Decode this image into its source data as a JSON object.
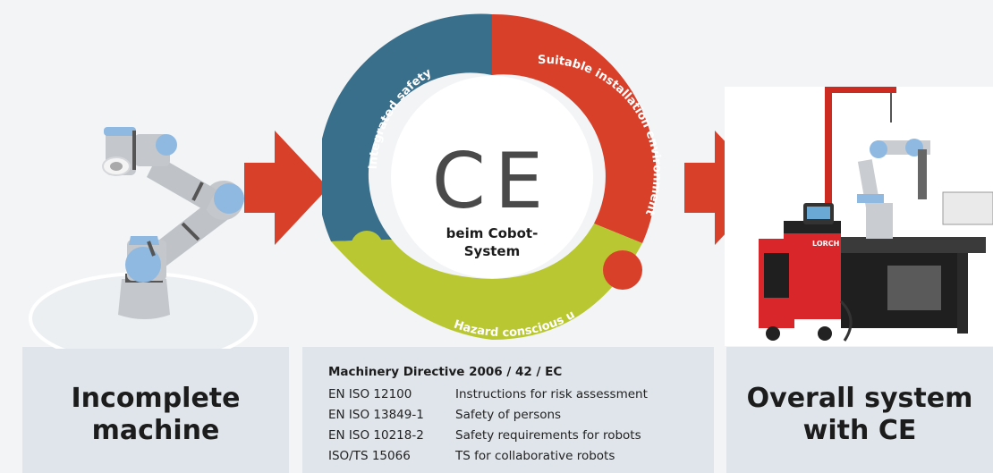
{
  "left_panel": {
    "title_line1": "Incomplete",
    "title_line2": "machine"
  },
  "right_panel": {
    "title_line1": "Overall system",
    "title_line2": "with CE"
  },
  "cycle": {
    "center_mark": "CE",
    "center_line1": "beim Cobot-",
    "center_line2": "System",
    "segments": [
      {
        "label": "Integrated safety",
        "color": "#3a6f8c"
      },
      {
        "label": "Suitable installation environment",
        "color": "#d9402a"
      },
      {
        "label": "Hazard conscious use",
        "color": "#b9c832"
      }
    ]
  },
  "standards": {
    "heading": "Machinery Directive 2006 / 42 / EC",
    "rows": [
      {
        "code": "EN ISO 12100",
        "desc": "Instructions for risk assessment"
      },
      {
        "code": "EN ISO 13849-1",
        "desc": "Safety of persons"
      },
      {
        "code": "EN ISO 10218-2",
        "desc": "Safety requirements for robots"
      },
      {
        "code": "ISO/TS 15066",
        "desc": "TS for collaborative robots"
      }
    ]
  },
  "photo": {
    "machine_brand": "LORCH"
  },
  "colors": {
    "arrow": "#d9402a",
    "panel": "#dfe5ea",
    "background": "#f2f4f6"
  }
}
